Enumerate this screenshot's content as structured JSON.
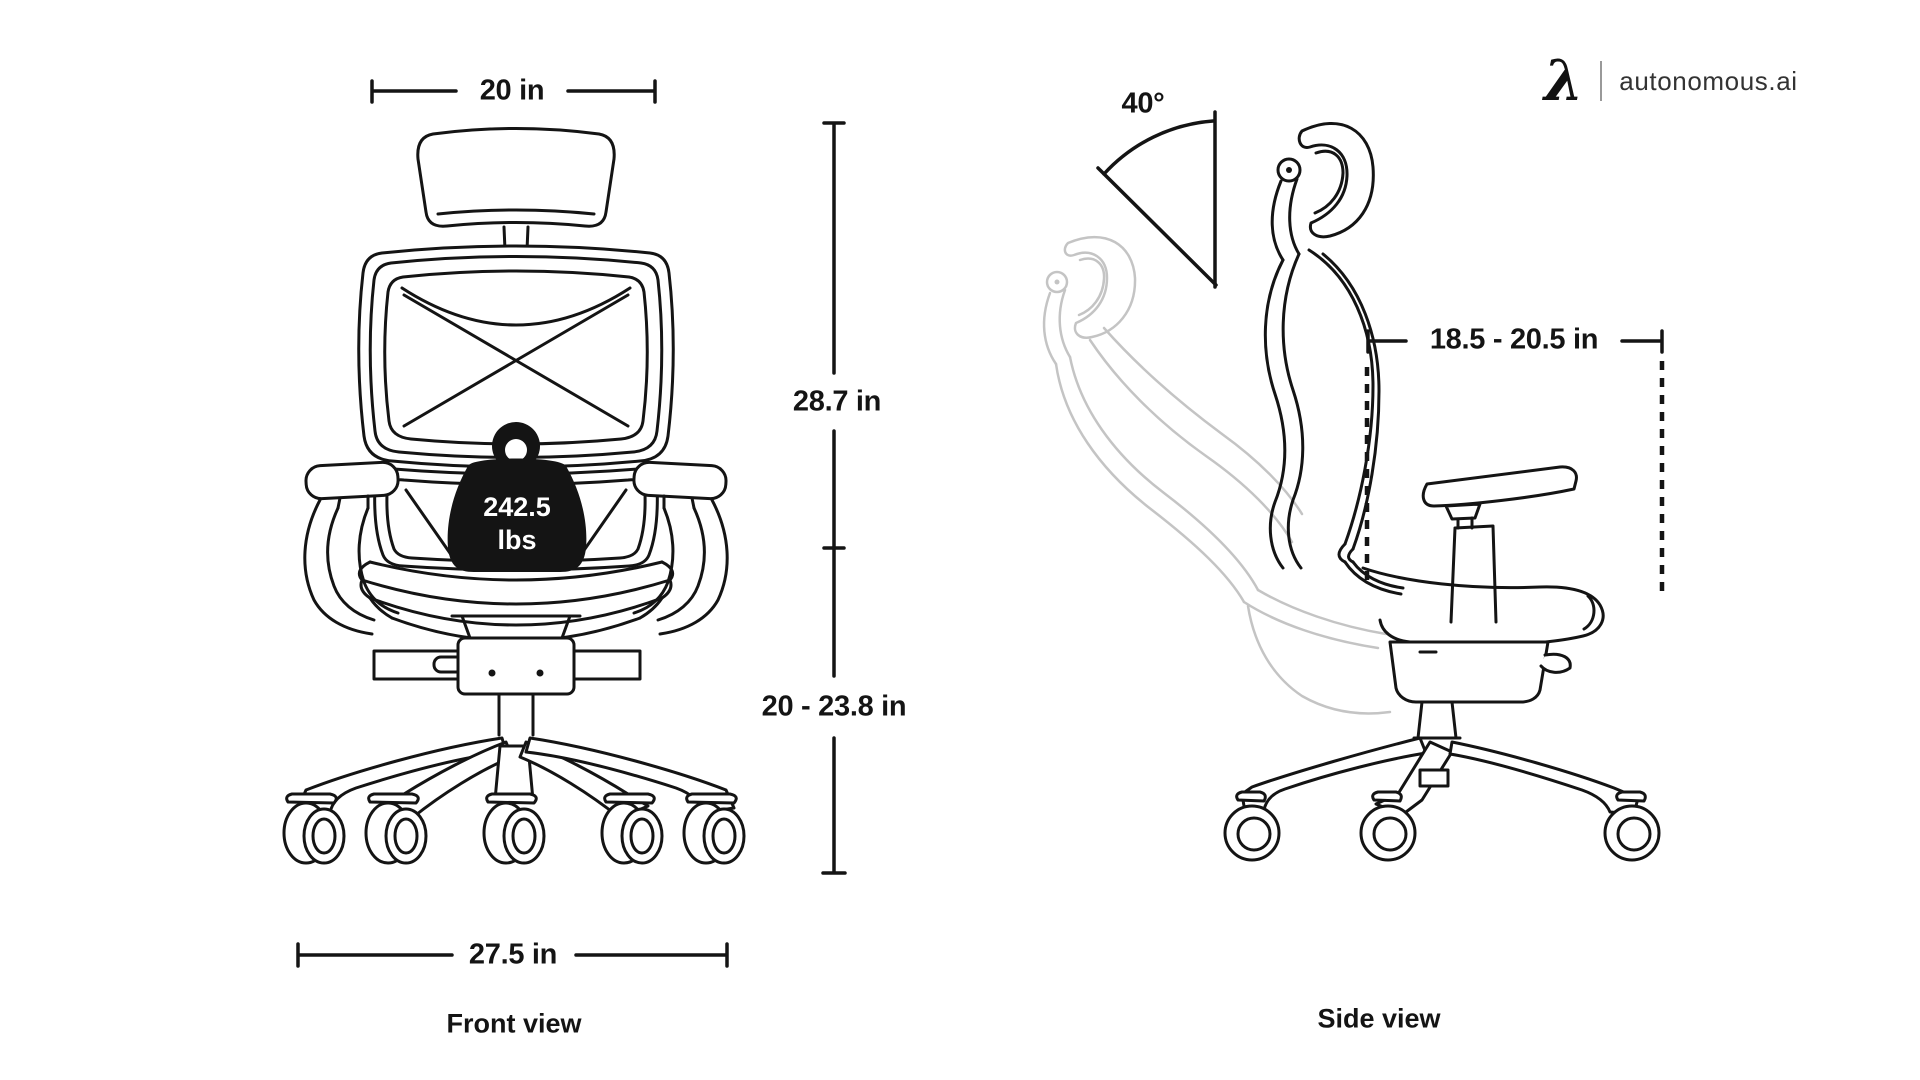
{
  "header": {
    "logo_symbol": "λ",
    "brand": "autonomous.ai"
  },
  "front_view": {
    "caption": "Front view",
    "dimensions": {
      "headrest_width": "20 in",
      "backrest_height": "28.7 in",
      "seat_height_range": "20 - 23.8 in",
      "base_width": "27.5 in"
    },
    "weight_capacity": {
      "value": "242.5",
      "unit": "lbs"
    }
  },
  "side_view": {
    "caption": "Side view",
    "dimensions": {
      "recline_angle": "40°",
      "seat_depth_range": "18.5 - 20.5 in"
    }
  },
  "colors": {
    "ink": "#141414",
    "ghost_outline": "#c4c4c4",
    "background": "#ffffff",
    "logo_divider": "#999999",
    "brand_text": "#333333",
    "weight_badge_fill": "#141414",
    "weight_badge_text": "#ffffff"
  }
}
